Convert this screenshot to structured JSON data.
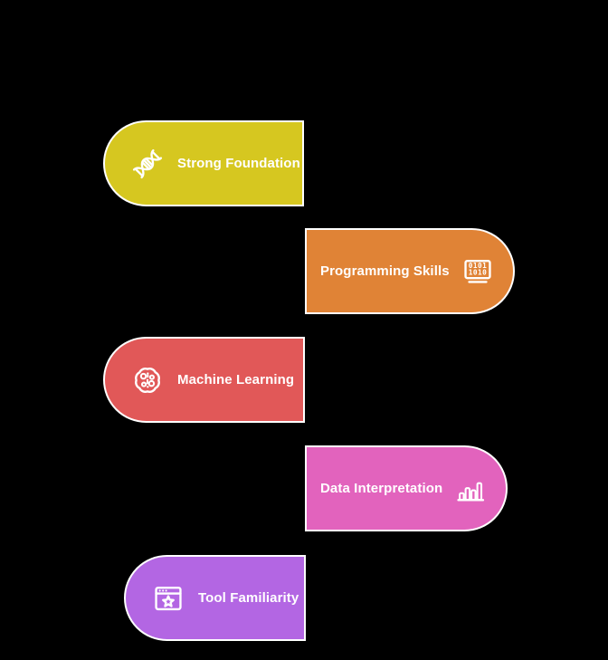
{
  "background_color": "#000000",
  "text_color": "#ffffff",
  "border_color": "#ffffff",
  "items": [
    {
      "label": "Strong Foundation",
      "color": "#d6c720",
      "icon": "dna-icon",
      "side": "left"
    },
    {
      "label": "Programming Skills",
      "color": "#e08336",
      "icon": "binary-monitor-icon",
      "side": "right"
    },
    {
      "label": "Machine Learning",
      "color": "#e15858",
      "icon": "brain-circuit-icon",
      "side": "left"
    },
    {
      "label": "Data Interpretation",
      "color": "#e263bd",
      "icon": "bar-chart-icon",
      "side": "right"
    },
    {
      "label": "Tool Familiarity",
      "color": "#b366e3",
      "icon": "browser-star-icon",
      "side": "left"
    }
  ],
  "binary_monitor": {
    "line1": "0101",
    "line2": "1010"
  }
}
